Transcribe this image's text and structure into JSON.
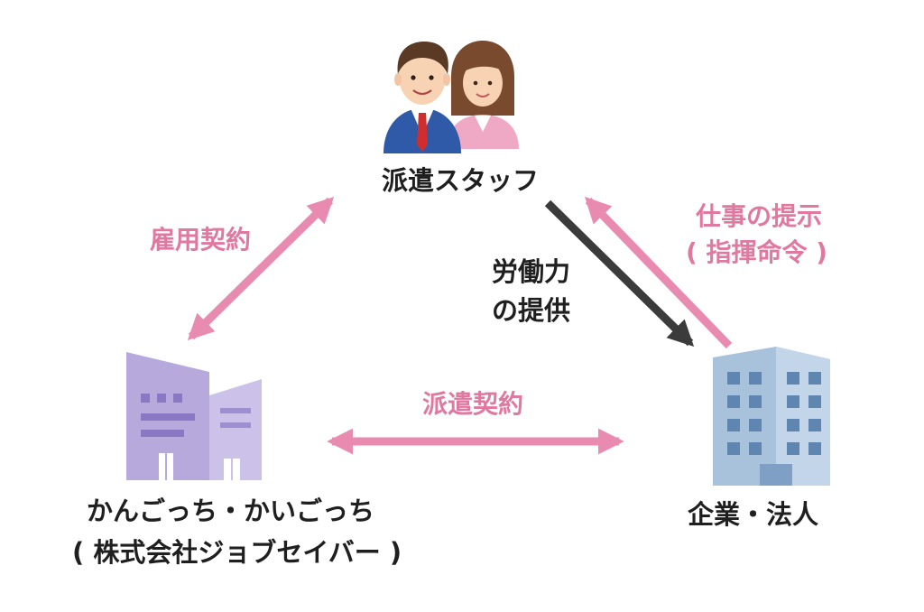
{
  "nodes": {
    "staff": {
      "label": "派遣スタッフ"
    },
    "agency": {
      "label_line1": "かんごっち・かいごっち",
      "label_line2": "( 株式会社ジョブセイバー )"
    },
    "client": {
      "label": "企業・法人"
    }
  },
  "relations": {
    "employment": {
      "label": "雇用契約"
    },
    "labor": {
      "label_line1": "労働力",
      "label_line2": "の提供"
    },
    "instruction": {
      "label_line1": "仕事の提示",
      "label_line2": "( 指揮命令 )"
    },
    "dispatch": {
      "label": "派遣契約"
    }
  },
  "colors": {
    "pink_arrow": "#e98bb0",
    "pink_text": "#e0789f",
    "dark_arrow": "#3b3b3b",
    "agency_building": "#b7a9dc",
    "client_building": "#8fb0cf"
  }
}
